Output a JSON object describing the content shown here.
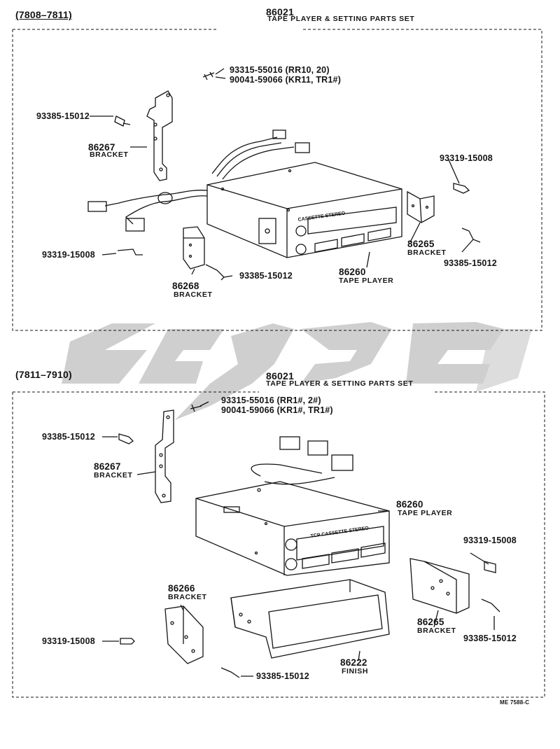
{
  "top_section": {
    "date_range": "(7808–7811)",
    "set_number": "86021",
    "set_name": "TAPE PLAYER & SETTING PARTS SET",
    "screw_a_1": "93315-55016 (RR10, 20)",
    "screw_a_2": "90041-59066 (KR11, TR1#)",
    "screw_b_left": "93385-15012",
    "bracket_left_number": "86267",
    "bracket_left_name": "BRACKET",
    "screw_c_right": "93319-15008",
    "bracket_right_number": "86265",
    "bracket_right_name": "BRACKET",
    "screw_d_right": "93385-15012",
    "screw_e_left": "93319-15008",
    "screw_f_bottom": "93385-15012",
    "bracket_bottom_number": "86268",
    "bracket_bottom_name": "BRACKET",
    "player_number": "86260",
    "player_name": "TAPE PLAYER",
    "faceplate_text": "CASSETTE STEREO"
  },
  "bottom_section": {
    "date_range": "(7811–7910)",
    "set_number": "86021",
    "set_name": "TAPE PLAYER & SETTING PARTS SET",
    "screw_a_1": "93315-55016 (RR1#, 2#)",
    "screw_a_2": "90041-59066 (KR1#, TR1#)",
    "screw_b_left": "93385-15012",
    "bracket_left_number": "86267",
    "bracket_left_name": "BRACKET",
    "player_number": "86260",
    "player_name": "TAPE PLAYER",
    "screw_c_right": "93319-15008",
    "bracket_bottom_number": "86266",
    "bracket_bottom_name": "BRACKET",
    "screw_e_left": "93319-15008",
    "bracket_right_number": "86265",
    "bracket_right_name": "BRACKET",
    "screw_d_right": "93385-15012",
    "finish_number": "86222",
    "finish_name": "FINISH",
    "screw_f_bottom": "93385-15012",
    "faceplate_text": "TCP CASSETTE STEREO",
    "figure_code": "ME 7588-C"
  },
  "colors": {
    "ink": "#141414",
    "watermark": "#cfcfcf"
  }
}
